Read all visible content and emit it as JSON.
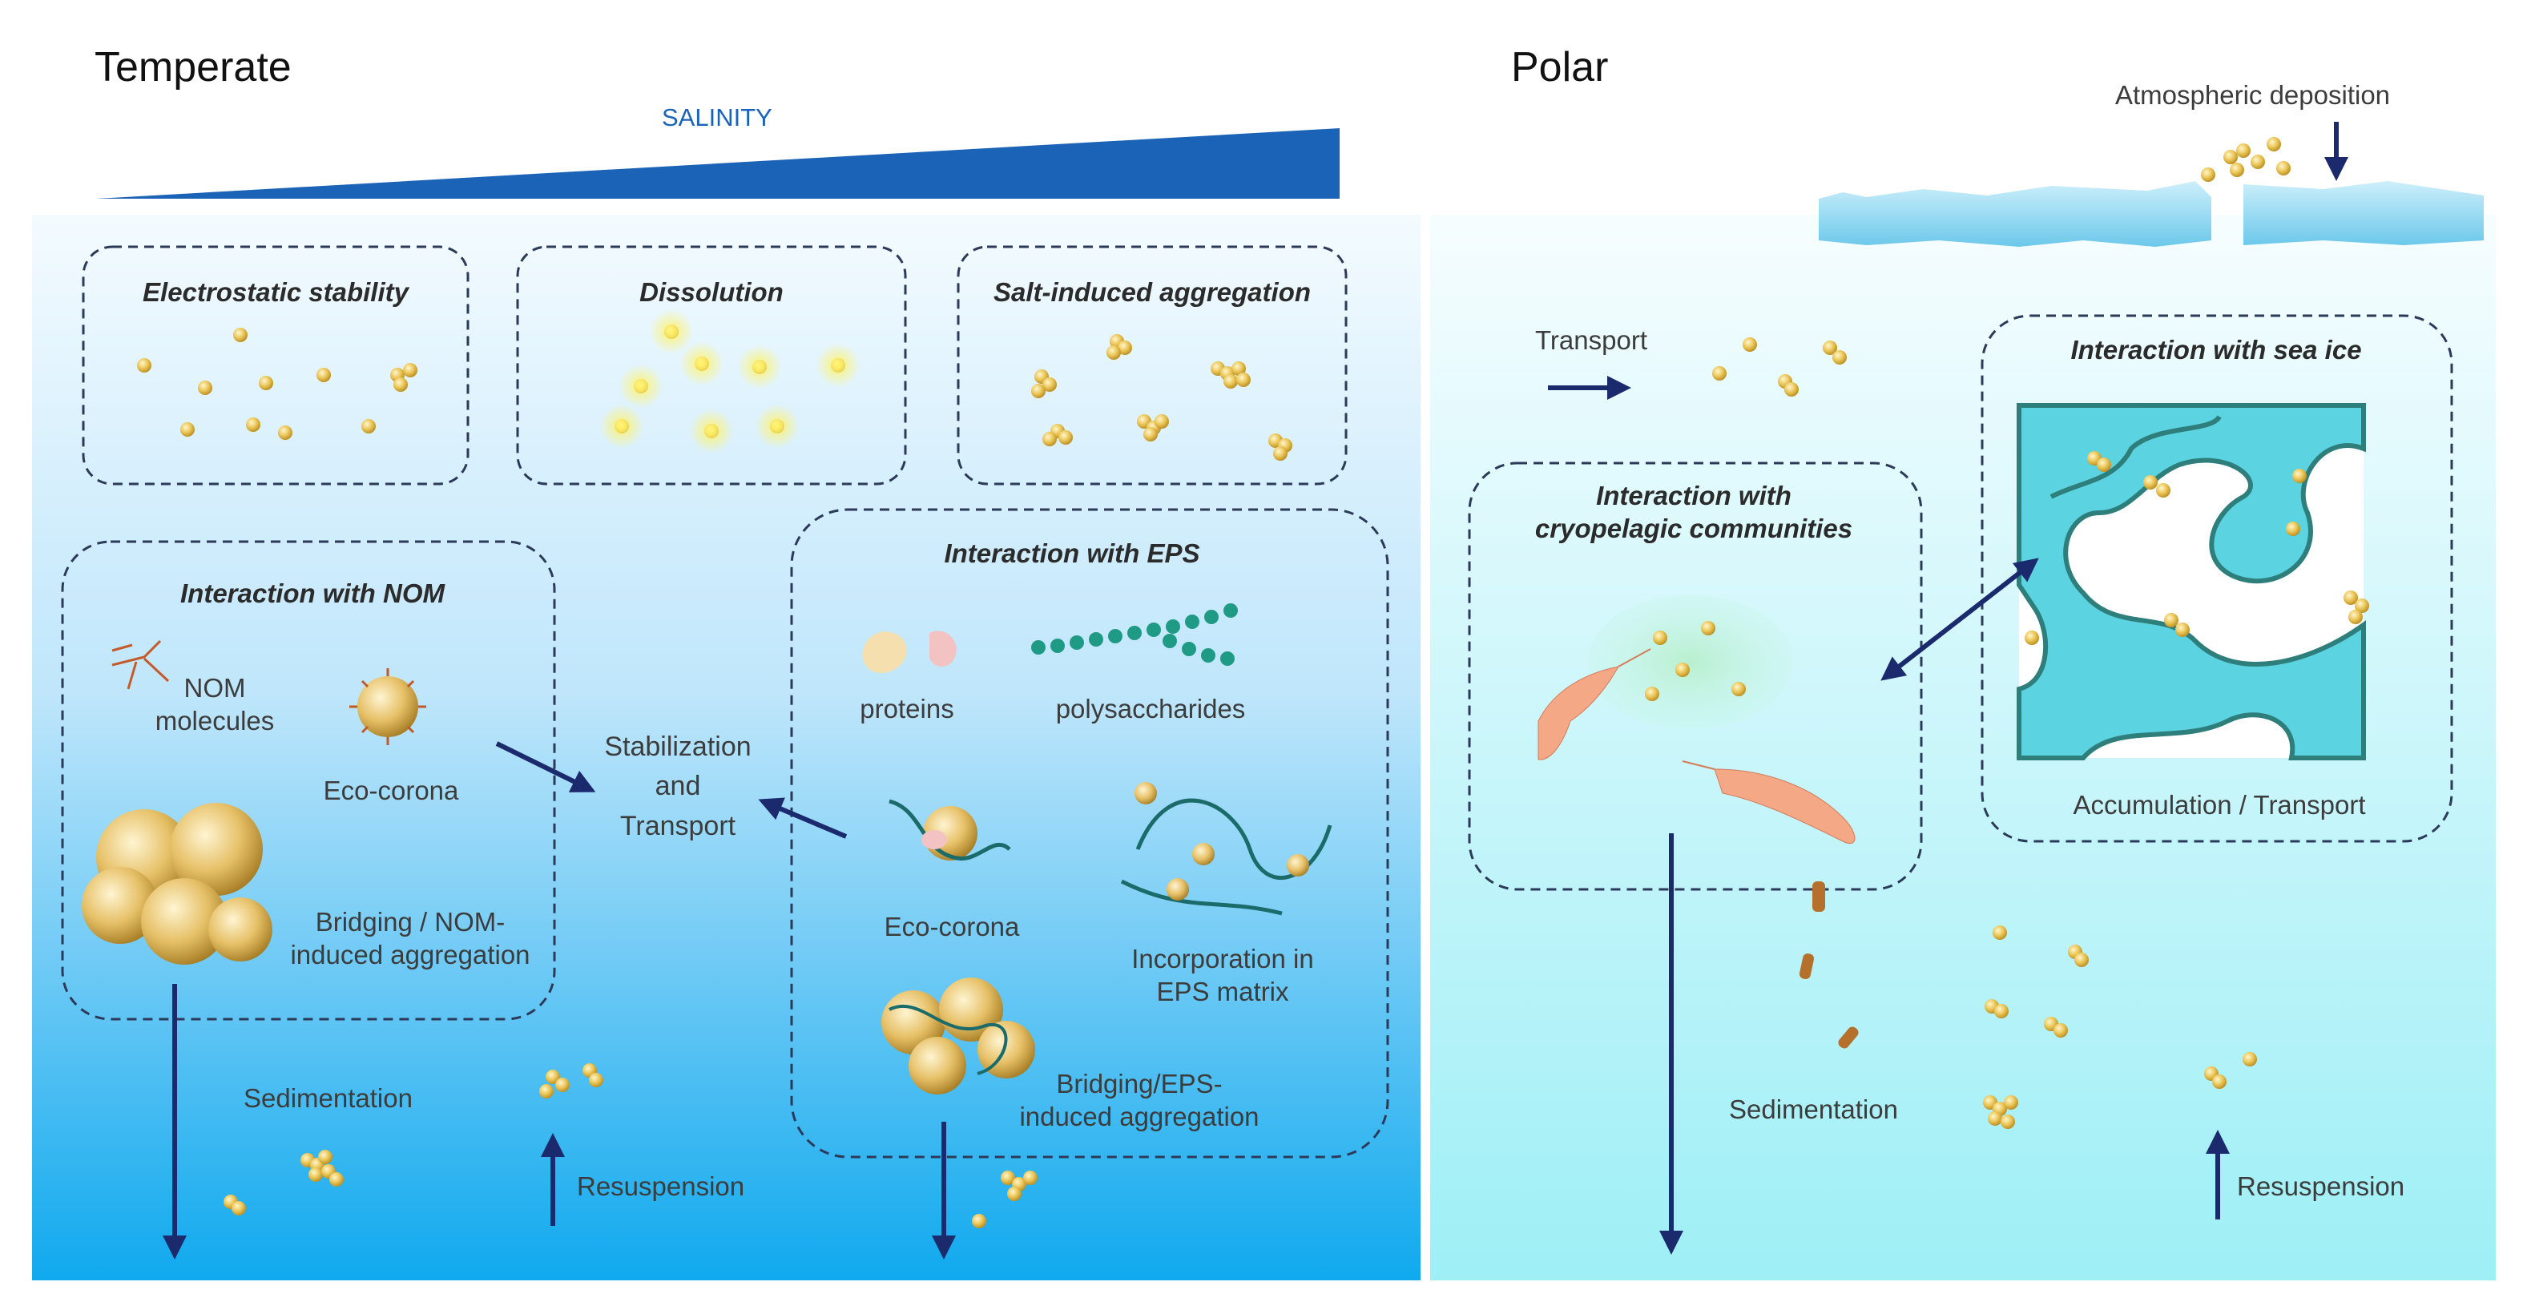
{
  "panels": {
    "temperate": {
      "title": "Temperate",
      "salinity_label": "SALINITY",
      "boxes": {
        "electrostatic": "Electrostatic stability",
        "dissolution": "Dissolution",
        "salt_aggregation": "Salt-induced aggregation",
        "nom": "Interaction with NOM",
        "eps": "Interaction with EPS"
      },
      "labels": {
        "nom_molecules": "NOM\nmolecules",
        "eco_corona_nom": "Eco-corona",
        "bridging_nom": "Bridging / NOM-\ninduced aggregation",
        "stabilization": "Stabilization\nand\nTransport",
        "proteins": "proteins",
        "polysaccharides": "polysaccharides",
        "eco_corona_eps": "Eco-corona",
        "incorporation": "Incorporation in\nEPS matrix",
        "bridging_eps": "Bridging/EPS-\ninduced aggregation",
        "sedimentation": "Sedimentation",
        "resuspension": "Resuspension"
      }
    },
    "polar": {
      "title": "Polar",
      "labels": {
        "atmospheric": "Atmospheric deposition",
        "transport": "Transport",
        "sea_ice": "Interaction with sea ice",
        "cryopelagic": "Interaction with\ncryopelagic communities",
        "accumulation": "Accumulation / Transport",
        "sedimentation": "Sedimentation",
        "resuspension": "Resuspension"
      }
    }
  },
  "colors": {
    "water_top": "#f4fbff",
    "water_bottom_temperate": "#10a9ee",
    "water_bottom_polar": "#9eeff6",
    "salinity_wedge": "#1a63b7",
    "arrow": "#1a2a6c",
    "box_border": "#2c3a5a",
    "particle": "#e7c45a",
    "ice": "#7fd7ef"
  }
}
